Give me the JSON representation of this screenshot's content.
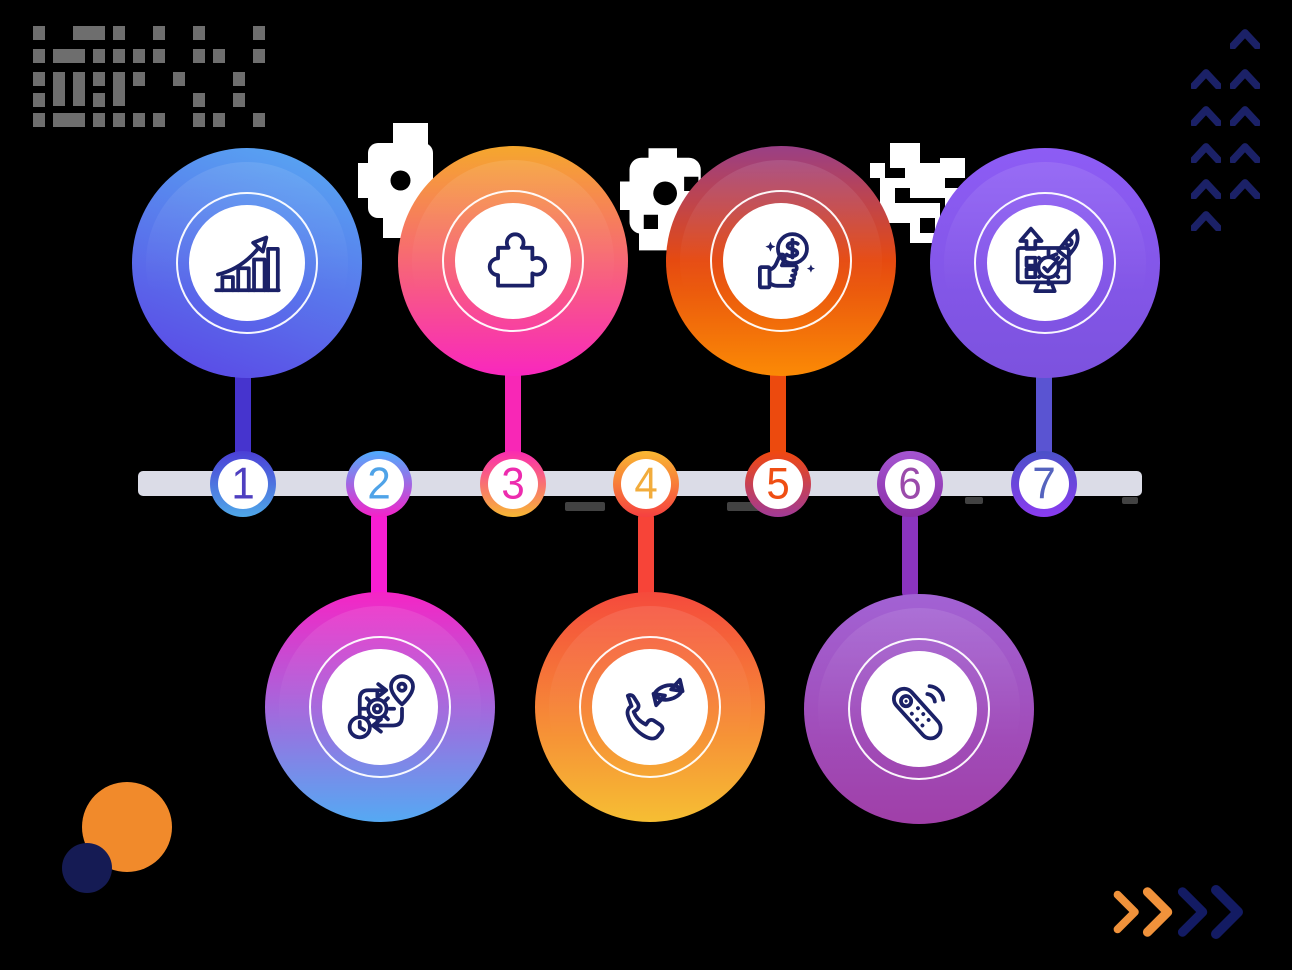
{
  "canvas": {
    "background": "#000000",
    "description": "7-step circular timeline infographic"
  },
  "timeline": {
    "bar_color": "#DBDCE7"
  },
  "steps": [
    {
      "number": "1",
      "icon": "growth-chart-icon",
      "position": "top",
      "circle_gradient": [
        "#57ACF3",
        "#5B43E5"
      ],
      "ring_gradient": [
        "#4B3FD6",
        "#4FA8E8"
      ],
      "number_color": "#4E3FC0",
      "stem_color": "#4634CE"
    },
    {
      "number": "2",
      "icon": "process-routing-icon",
      "position": "bottom",
      "circle_gradient": [
        "#F525C5",
        "#55A9F3"
      ],
      "ring_gradient": [
        "#4FACFE",
        "#F422C8"
      ],
      "number_color": "#4FA3E8",
      "stem_color": "#F71ED2"
    },
    {
      "number": "3",
      "icon": "puzzle-piece-icon",
      "position": "top",
      "circle_gradient": [
        "#F5A72D",
        "#F927BE"
      ],
      "ring_gradient": [
        "#FA2BB1",
        "#F7B733"
      ],
      "number_color": "#ED2BAE",
      "stem_color": "#F827B6"
    },
    {
      "number": "4",
      "icon": "phone-sync-icon",
      "position": "bottom",
      "circle_gradient": [
        "#F54A3C",
        "#F6BE33"
      ],
      "ring_gradient": [
        "#F9B832",
        "#F64040"
      ],
      "number_color": "#F2AC3C",
      "stem_color": "#F74438"
    },
    {
      "number": "5",
      "icon": "thumbs-up-dollar-icon",
      "position": "top",
      "circle_gradient": [
        "#993F86",
        "#E64A10",
        "#FB8A05"
      ],
      "ring_gradient": [
        "#F1480F",
        "#A03A96"
      ],
      "number_color": "#EF4E13",
      "stem_color": "#EC4A0E"
    },
    {
      "number": "6",
      "icon": "remote-control-icon",
      "position": "bottom",
      "circle_gradient": [
        "#A262D4",
        "#A03FA8"
      ],
      "ring_gradient": [
        "#A455D0",
        "#8B2FA8"
      ],
      "number_color": "#9B4BAB",
      "stem_color": "#8B34BF"
    },
    {
      "number": "7",
      "icon": "launch-monitor-icon",
      "position": "top",
      "circle_gradient": [
        "#8D5CF5",
        "#7C52DE"
      ],
      "ring_gradient": [
        "#4B51C8",
        "#8A3BF0"
      ],
      "number_color": "#5563BE",
      "stem_color": "#5A54D2"
    }
  ],
  "decor": {
    "icon_color": "#1B2167",
    "pixel_pattern": {
      "color": "#6E6E6E",
      "rows": [
        "x.wxx.x.x..x",
        "xwxxxxx.xx.x",
        "xTTxTx.x..x.",
        "x..x....x.x.",
        "xwxxxxx.xx.x"
      ]
    },
    "chevrons_top_right": {
      "color": "#1B2167",
      "rows": [
        "_X",
        "XX",
        "XX",
        "XX",
        "XX",
        "X_"
      ]
    },
    "chevrons_bottom_right": {
      "colors": [
        "#F0923B",
        "#F0923B",
        "#131B63",
        "#131B63"
      ]
    },
    "circles_bottom_left": {
      "orange": "#F18A2B",
      "navy": "#151B54"
    },
    "white_doodles_color": "#FFFFFF"
  }
}
